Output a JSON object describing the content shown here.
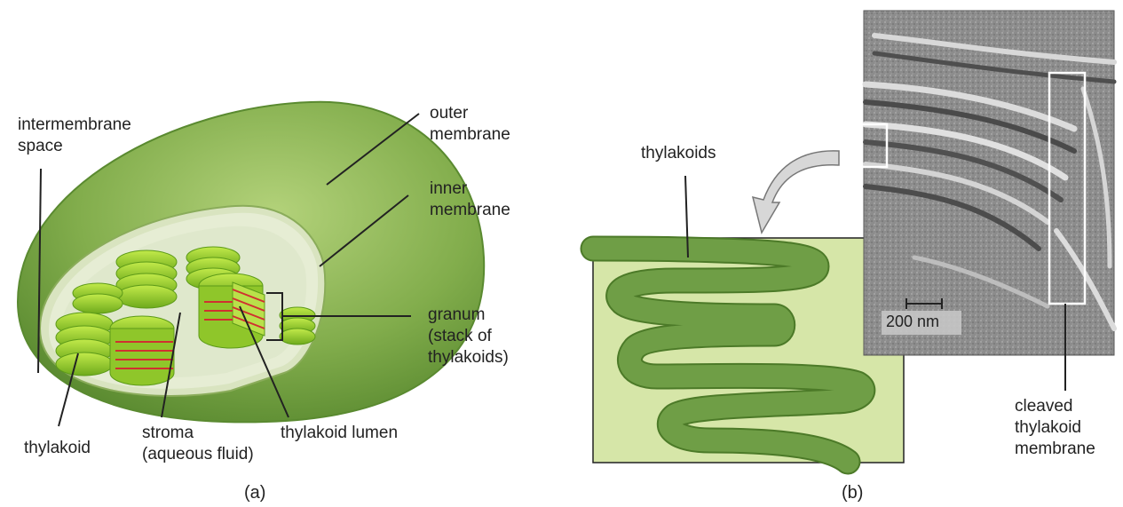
{
  "panel_a": {
    "labels": {
      "intermembrane_space": [
        "intermembrane",
        "space"
      ],
      "outer_membrane": [
        "outer",
        "membrane"
      ],
      "inner_membrane": [
        "inner",
        "membrane"
      ],
      "granum": [
        "granum",
        "(stack of",
        "thylakoids)"
      ],
      "thylakoid": "thylakoid",
      "stroma": [
        "stroma",
        "(aqueous fluid)"
      ],
      "thylakoid_lumen": "thylakoid lumen"
    },
    "caption": "(a)"
  },
  "panel_b": {
    "labels": {
      "thylakoids": "thylakoids",
      "cleaved_membrane": [
        "cleaved",
        "thylakoid",
        "membrane"
      ],
      "scale_bar": "200 nm"
    },
    "caption": "(b)"
  },
  "colors": {
    "outer_green": "#6fa040",
    "light_green": "#a8cc60",
    "granum_green": "#8ccc2a",
    "stroma": "#d8e6c0",
    "lumen_red": "#d03030",
    "panel_bg": "#d6e6a8",
    "loop_green": "#6a9a40",
    "em_gray": "#8a8a8a"
  }
}
